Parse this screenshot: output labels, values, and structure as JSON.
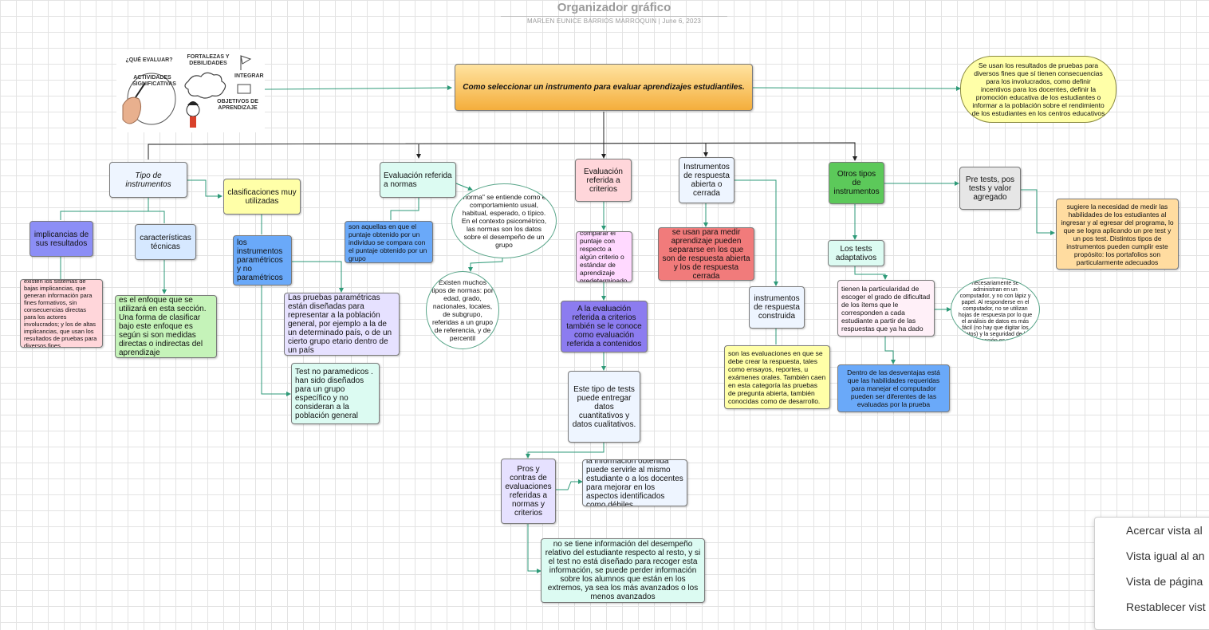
{
  "header": {
    "title": "Organizador gráfico",
    "meta": "MARLEN EUNICE BARRIOS MARROQUIN  |  June 6, 2023"
  },
  "illustration": {
    "labels": [
      "¿QUÉ EVALUAR?",
      "ACTIVIDADES SIGNIFICATIVAS",
      "FORTALEZAS Y DEBILIDADES",
      "INTEGRAR",
      "OBJETIVOS DE APRENDIZAJE"
    ]
  },
  "colors": {
    "connector": "#2e9a78",
    "main_gradient_start": "#ffe3a0",
    "main_gradient_end": "#f4ae3c",
    "yellow": "#ffffa8",
    "light_blue": "#eef5ff",
    "mint": "#dcfbf2",
    "pink": "#ffd6da",
    "green": "#5cc95a",
    "grey": "#e6e6e6",
    "peach": "#ffdca0",
    "purple": "#8c8ef6",
    "blue": "#6aa9f9",
    "red": "#f17b7b",
    "lavender": "#e6e1ff",
    "violet": "#8c7cf0",
    "lime": "#c5f3b9",
    "magenta_light": "#ffd9ff",
    "pink_light": "#fff0f8"
  },
  "nodes": {
    "main": "Como seleccionar un instrumento para evaluar aprendizajes estudiantiles.",
    "uses": "Se usan los resultados de pruebas para diversos fines que sí tienen consecuencias para los involucrados, como definir incentivos para los docentes, definir la promoción educativa de los estudiantes o informar a la población sobre el rendimiento de los estudiantes en los centros educativos",
    "tipo": "Tipo de instrumentos",
    "clasificaciones": "clasificaciones muy utilizadas",
    "implicancias": "implicancias de sus resultados",
    "caracteristicas": "características técnicas",
    "implicancias_desc": "existen los sistemas de bajas implicancias, que generan información para fines formativos, sin consecuencias directas para los actores involucrados; y los de altas implicancias, que usan los resultados de pruebas para diversos fines",
    "enfoque": "es el enfoque que se utilizará en esta sección. Una forma de clasificar bajo este enfoque es según si son medidas directas o indirectas del aprendizaje",
    "parametricos": "los instrumentos paramétricos y no paramétricos",
    "pruebas_param": "Las pruebas paramétricas están diseñadas para representar a la población general, por ejemplo a la de un determinado país, o de un cierto grupo etario dentro de un país",
    "test_no_param": "Test no paramedicos . han sido diseñados para un grupo específico y no consideran a la población general",
    "normas": "Evaluación referida a normas",
    "normas_desc": "son aquellas en que el puntaje obtenido por un individuo se compara con el puntaje obtenido por un grupo",
    "norma_cloud": "\"norma\" se entiende como el comportamiento usual, habitual, esperado, o típico. En el contexto psicométrico, las normas son los datos sobre el desempeño de un grupo",
    "tipos_normas": "Existen muchos tipos de normas: por edad, grado, nacionales, locales, de subgrupo, referidas a un grupo de referencia, y de percentil",
    "criterios": "Evaluación referida a criterios",
    "criterios_desc": "comparar el puntaje con respecto a algún criterio o estándar de aprendizaje predeterminado",
    "contenidos": "A la evaluación referida a criterios también se le conoce como evaluación referida a contenidos",
    "cuantitativos": "Este tipo de tests puede entregar datos cuantitativos y datos cualitativos.",
    "pros_contras": "Pros y contras de evaluaciones referidas a normas y criterios",
    "pro": "la información obtenida puede servirle al mismo estudiante o a los docentes para mejorar en los aspectos identificados como débiles",
    "contra": "no se tiene información del desempeño relativo del estudiante respecto al resto, y si el test no está diseñado para recoger esta información, se puede perder información sobre los alumnos que están en los extremos, ya sea los más avanzados o los menos avanzados",
    "abierta_cerrada": "Instrumentos de respuesta abierta o cerrada",
    "abierta_desc": "se usan para medir aprendizaje pueden separarse en los que son de respuesta abierta y los de respuesta cerrada",
    "construida": "instrumentos de respuesta construida",
    "construida_desc": "son las evaluaciones en que se debe crear la respuesta, tales como ensayos, reportes, u exámenes orales. También caen en esta categoría las pruebas de pregunta abierta, también conocidas como de desarrollo.",
    "otros": "Otros tipos de instrumentos",
    "pretests": "Pre tests, pos tests y valor agregado",
    "pretests_desc": "sugiere la necesidad de medir las habilidades de los estudiantes al ingresar y al egresar del programa, lo que se logra aplicando un pre test y un pos test. Distintos tipos de instrumentos pueden cumplir este propósito: los portafolios son particularmente adecuados",
    "adaptativos": "Los tests adaptativos",
    "adaptativos_desc": "tienen la particularidad de escoger el grado de dificultad de los ítems que le corresponden a cada estudiante a partir de las respuestas que ya ha dado",
    "adaptativos_cloud": "Los tests adaptativos necesariamente se administran en un computador, y no con lápiz y papel. Al responderse en el computador, no se utilizan hojas de respuesta por lo que el análisis de datos es más fácil (no hay que digitar los datos) y la seguridad de la información es mayor",
    "desventajas": "Dentro de las desventajas está que las habilidades requeridas para manejar el computador pueden ser diferentes de las evaluadas por la prueba"
  },
  "menu": {
    "items": [
      "Acercar vista al",
      "Vista igual al an",
      "Vista de página",
      "Restablecer vist"
    ]
  }
}
